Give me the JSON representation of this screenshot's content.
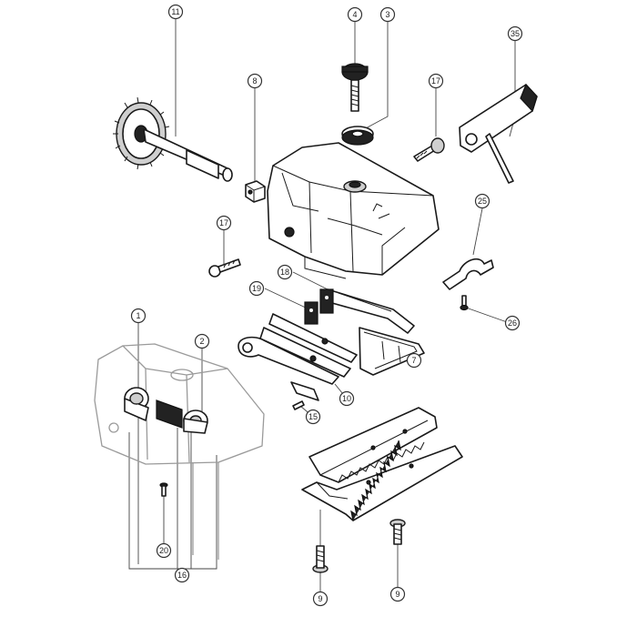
{
  "diagram": {
    "callouts": [
      {
        "label": "11"
      },
      {
        "label": "4"
      },
      {
        "label": "3"
      },
      {
        "label": "35"
      },
      {
        "label": "8"
      },
      {
        "label": "17"
      },
      {
        "label": "17"
      },
      {
        "label": "25"
      },
      {
        "label": "18"
      },
      {
        "label": "19"
      },
      {
        "label": "26"
      },
      {
        "label": "1"
      },
      {
        "label": "2"
      },
      {
        "label": "7"
      },
      {
        "label": "10"
      },
      {
        "label": "15"
      },
      {
        "label": "20"
      },
      {
        "label": "16"
      },
      {
        "label": "9"
      },
      {
        "label": "9"
      }
    ]
  }
}
